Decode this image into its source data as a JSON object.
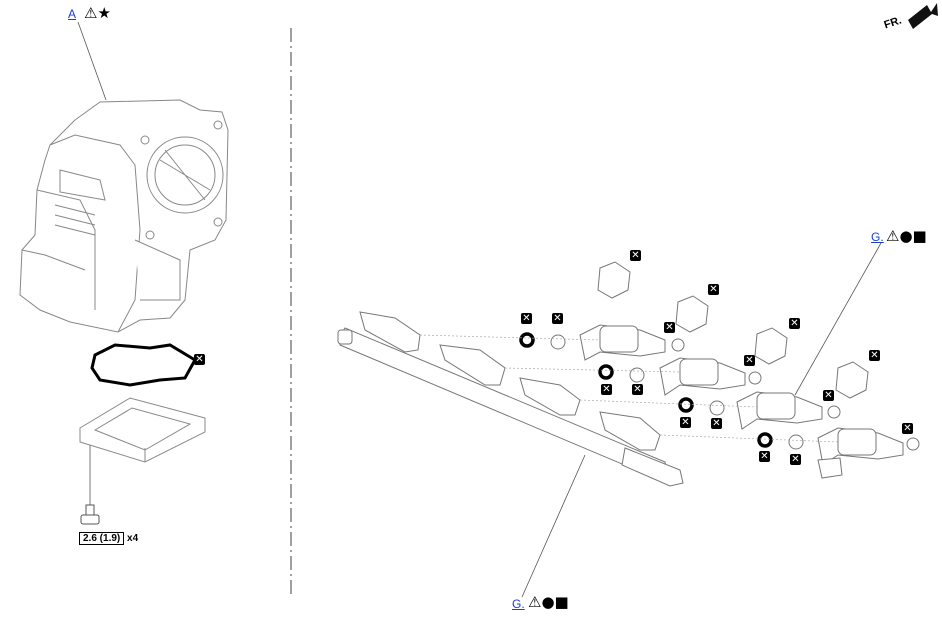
{
  "callouts": {
    "throttle_body": {
      "link": "A",
      "symbols": "⚠★"
    },
    "injector_right": {
      "link": "G.",
      "symbols": "⚠●■"
    },
    "injector_bottom": {
      "link": "G.",
      "symbols": "⚠●■"
    }
  },
  "torque": {
    "value": "2.6 (1.9)",
    "qty": "x4"
  },
  "direction": {
    "label": "FR."
  },
  "replace_mark": "✕",
  "icons": [
    "warning-triangle-icon",
    "star-icon",
    "filled-circle-icon",
    "filled-square-icon",
    "replace-part-icon",
    "front-arrow-icon"
  ]
}
